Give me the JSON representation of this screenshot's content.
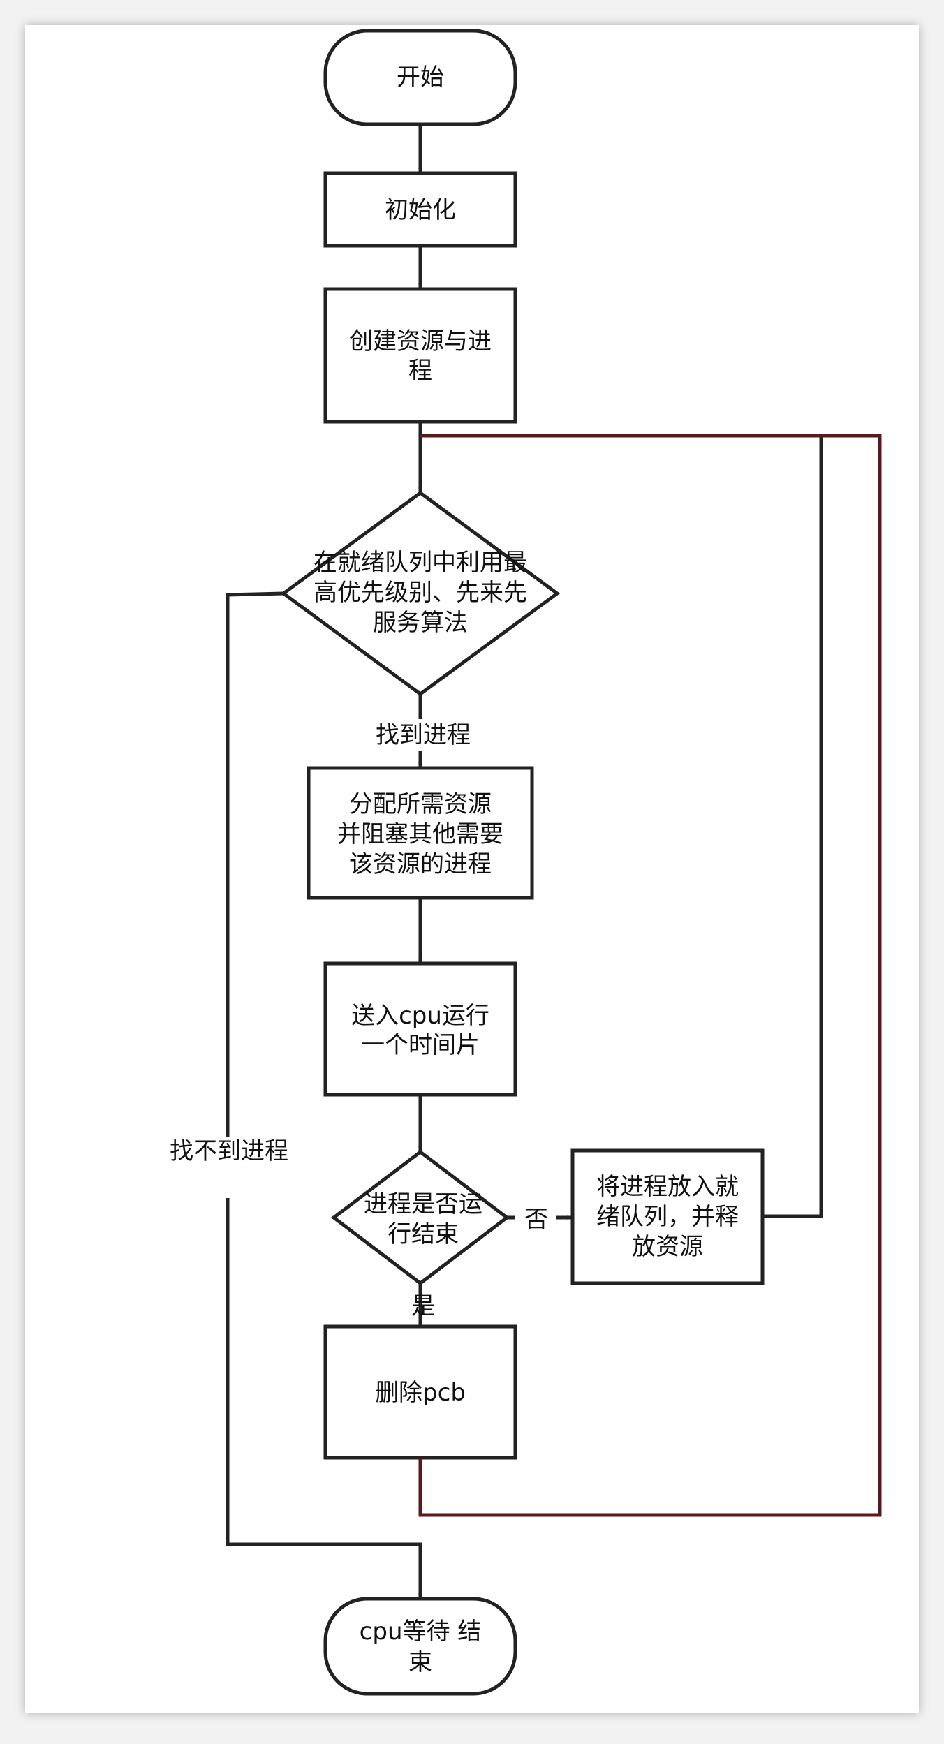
{
  "nodes": {
    "start": "开始",
    "init": "初始化",
    "create": [
      "创建资源与进",
      "程"
    ],
    "select": [
      "在就绪队列中利用最",
      "高优先级别、先来先",
      "服务算法"
    ],
    "allocate": [
      "分配所需资源",
      "并阻塞其他需要",
      "该资源的进程"
    ],
    "run": [
      "送入cpu运行",
      "一个时间片"
    ],
    "check": [
      "进程是否运",
      "行结束"
    ],
    "requeue": [
      "将进程放入就",
      "绪队列，并释",
      "放资源"
    ],
    "delete": "删除pcb",
    "end": [
      "cpu等待 结",
      "束"
    ]
  },
  "edges": {
    "found": "找到进程",
    "not_found": "找不到进程",
    "no": "否",
    "yes": "是"
  },
  "colors": {
    "stroke": "#222222",
    "loop_line": "#5a1a1a",
    "background": "#f2f2f2",
    "card": "#ffffff"
  }
}
